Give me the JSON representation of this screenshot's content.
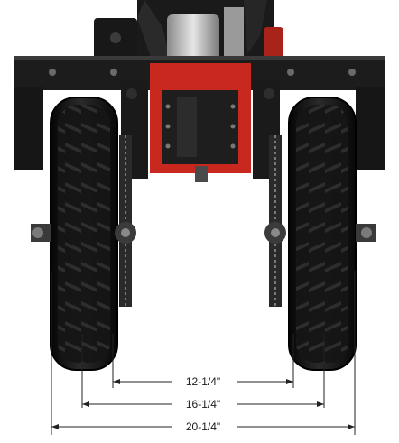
{
  "colors": {
    "frame": "#1c1c1c",
    "frame_edge": "#3a3a3a",
    "tire": "#111111",
    "tire_tread": "#2b2b2b",
    "tire_highlight": "#4a4a4a",
    "chassis_red": "#c8281e",
    "engine_silver": "#b9b9b9",
    "dimension_line": "#222222"
  },
  "dimensions": {
    "inner": "12-1/4\"",
    "middle": "16-1/4\"",
    "outer": "20-1/4\""
  }
}
